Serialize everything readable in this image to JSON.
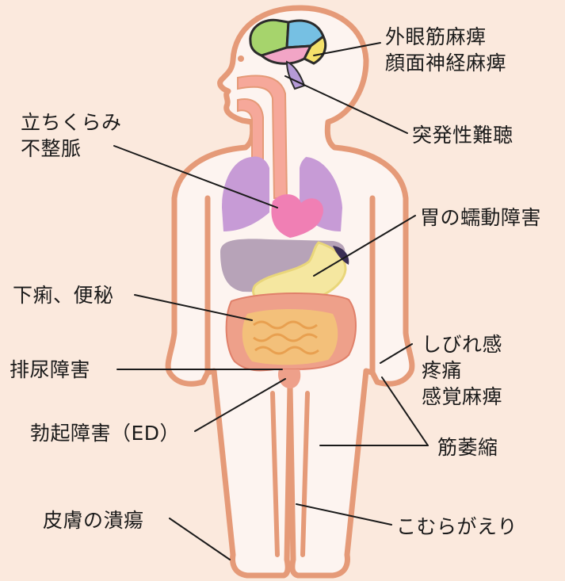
{
  "colors": {
    "background": "#fbe9dd",
    "body_fill": "#fdf4f0",
    "body_outline": "#e59a78",
    "esophagus": "#f6a89a",
    "lungs": "#c79bd6",
    "heart": "#f07fb4",
    "liver": "#b7a3b8",
    "stomach": "#f5e7a0",
    "intestine_fill": "#f3c07a",
    "colon": "#eea08a",
    "brain_green": "#a6d46c",
    "brain_blue": "#76c0e3",
    "brain_yellow": "#f4e16a",
    "brain_pink": "#f2a5c6",
    "brain_purple": "#b59ad6",
    "leader_line": "#1a1a1a"
  },
  "labels": {
    "nerve_paralysis": [
      "外眼筋麻痺",
      "顔面神経麻痺"
    ],
    "hearing": "突発性難聴",
    "dizziness": [
      "立ちくらみ",
      "不整脈"
    ],
    "gastric": "胃の蠕動障害",
    "bowel": "下痢、便秘",
    "numbness": [
      "しびれ感",
      "疼痛",
      "感覚麻痺"
    ],
    "urinary": "排尿障害",
    "ed": "勃起障害（ED）",
    "atrophy": "筋萎縮",
    "ulcer": "皮膚の潰瘍",
    "cramp": "こむらがえり"
  }
}
